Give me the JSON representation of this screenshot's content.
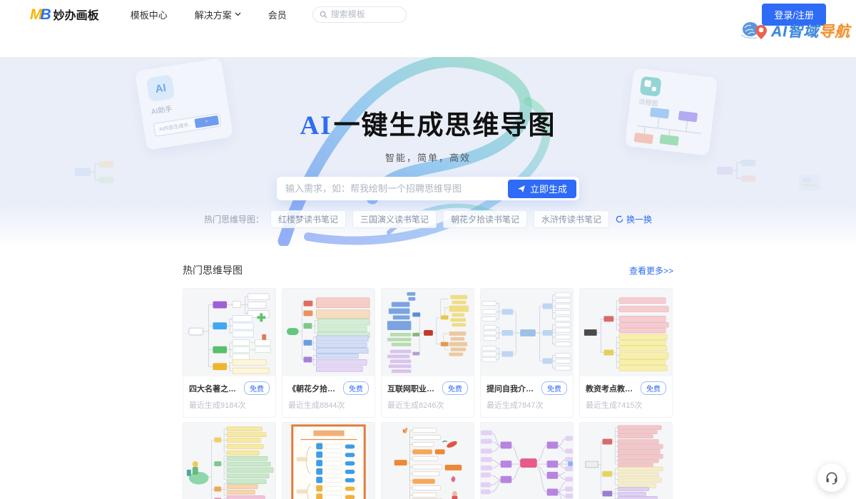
{
  "navbar": {
    "logo_mark_left": "M",
    "logo_mark_right": "B",
    "logo_text": "妙办画板",
    "items": [
      {
        "label": "模板中心"
      },
      {
        "label": "解决方案"
      },
      {
        "label": "会员"
      }
    ],
    "search_placeholder": "搜索模板",
    "login_label": "登录/注册"
  },
  "watermark": {
    "ai_text": "AI智域",
    "nav_text": "导航"
  },
  "hero": {
    "title_highlight": "AI",
    "title_rest": "一键生成思维导图",
    "subtitle": "智能，简单，高效",
    "input_placeholder": "输入需求，如：帮我绘制一个招聘思维导图",
    "generate_label": "立即生成",
    "hot_label": "热门思维导图：",
    "tags": [
      "红楼梦读书笔记",
      "三国演义读书笔记",
      "朝花夕拾读书笔记",
      "水浒传读书笔记"
    ],
    "refresh_label": "换一换",
    "assistant_card": {
      "icon_text": "AI",
      "name": "AI助手",
      "input_text": "AI内容生成中...",
      "send_glyph": "➤"
    },
    "flowchart_card": {
      "name": "流程图"
    }
  },
  "section": {
    "title": "热门思维导图",
    "more_label": "查看更多>>"
  },
  "cards": [
    {
      "title": "四大名著之一《西游记》思...",
      "badge": "免费",
      "count": "最近生成9184次"
    },
    {
      "title": "《朝花夕拾》思维导图",
      "badge": "免费",
      "count": "最近生成8844次"
    },
    {
      "title": "互联网职业规划流程图",
      "badge": "免费",
      "count": "最近生成8246次"
    },
    {
      "title": "提问自我介绍思维导图",
      "badge": "免费",
      "count": "最近生成7847次"
    },
    {
      "title": "教资考点教师观思维导图流...",
      "badge": "免费",
      "count": "最近生成7415次"
    }
  ],
  "colors": {
    "accent_blue": "#2e6bf6",
    "watermark_blue": "#2a7bd8",
    "watermark_orange": "#f0861c",
    "hero_bg": "#e9eef8"
  }
}
